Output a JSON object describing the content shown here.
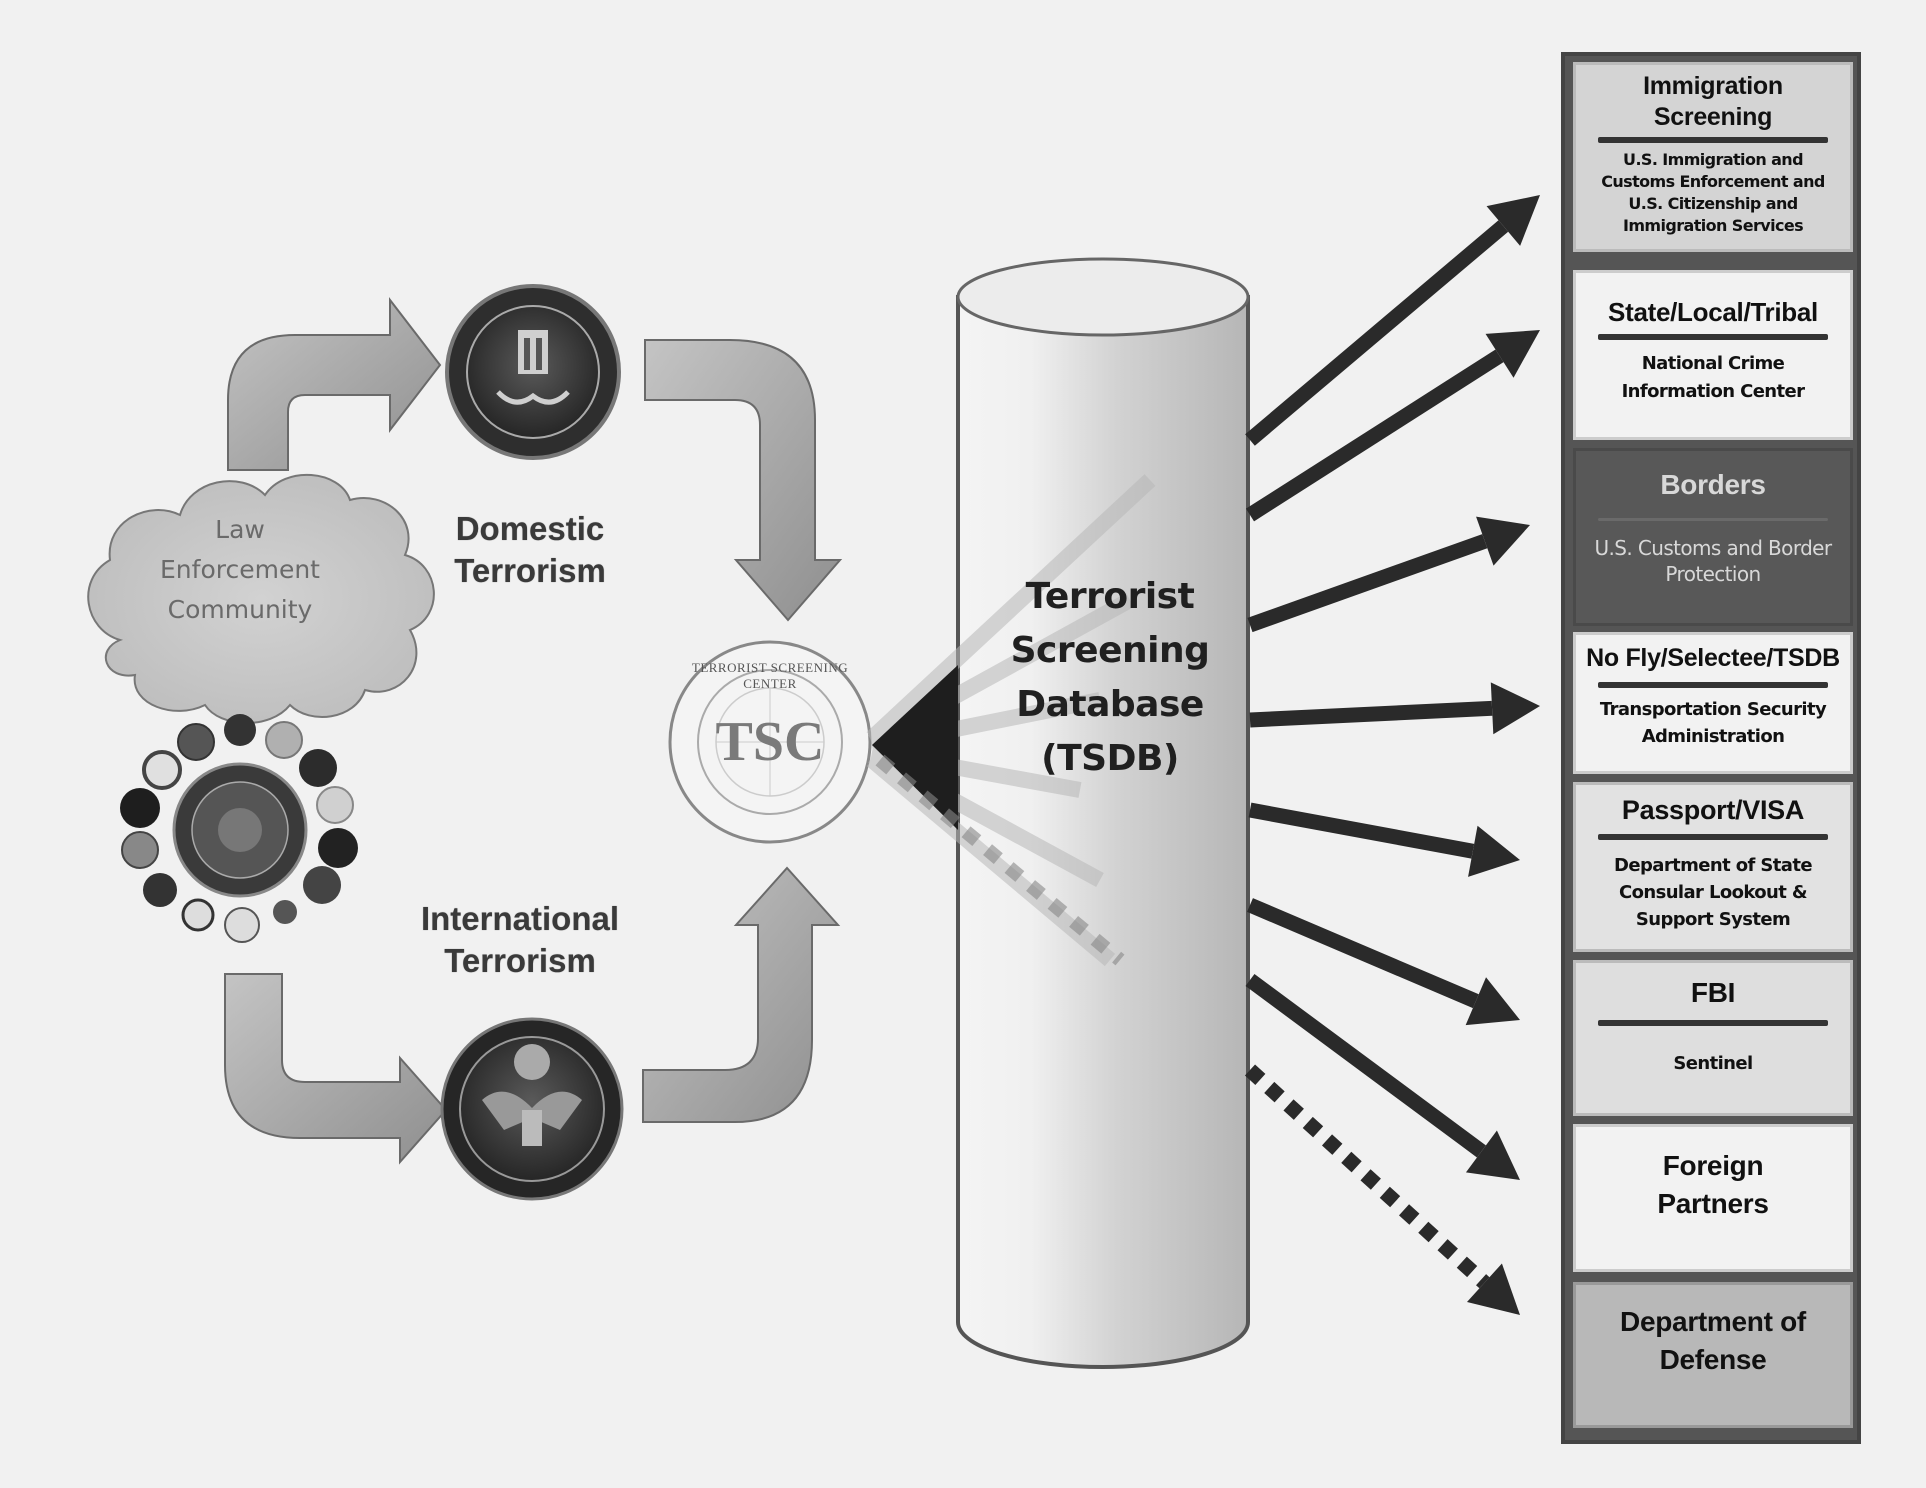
{
  "diagram": {
    "title": "Terrorist Screening Database data flow",
    "colors": {
      "background": "#f1f1f1",
      "arrow_fill": "#a6a6a6",
      "arrow_dark": "#2a2a2a",
      "panel_border": "#444444"
    },
    "sources": {
      "cloud": {
        "label": "Law Enforcement Community",
        "lines": [
          "Law",
          "Enforcement",
          "Community"
        ]
      },
      "domestic": {
        "label_lines": [
          "Domestic",
          "Terrorism"
        ],
        "seal_icon": "fbi-seal-icon"
      },
      "international": {
        "label_lines": [
          "International",
          "Terrorism"
        ],
        "seal_icon": "nctc-seal-icon"
      },
      "agency_cluster_icon": "intelligence-community-seals-icon"
    },
    "center": {
      "seal_text_ring": "TERRORIST SCREENING CENTER",
      "seal_initials": "TSC",
      "database_lines": [
        "Terrorist",
        "Screening",
        "Database",
        "(TSDB)"
      ]
    },
    "destinations": [
      {
        "title_lines": [
          "Immigration",
          "Screening"
        ],
        "subtitle_lines": [
          "U.S. Immigration and",
          "Customs Enforcement and",
          "U.S. Citizenship and",
          "Immigration Services"
        ],
        "style": "light-gray",
        "arrow": "solid"
      },
      {
        "title_lines": [
          "State/Local/Tribal"
        ],
        "subtitle_lines": [
          "National Crime",
          "Information Center"
        ],
        "style": "white",
        "arrow": "solid"
      },
      {
        "title_lines": [
          "Borders"
        ],
        "subtitle_lines": [
          "U.S. Customs and Border",
          "Protection"
        ],
        "style": "dark",
        "arrow": "solid"
      },
      {
        "title_lines": [
          "No Fly/Selectee/TSDB"
        ],
        "subtitle_lines": [
          "Transportation Security",
          "Administration"
        ],
        "style": "white",
        "arrow": "solid"
      },
      {
        "title_lines": [
          "Passport/VISA"
        ],
        "subtitle_lines": [
          "Department of State",
          "Consular Lookout &",
          "Support System"
        ],
        "style": "light-gray",
        "arrow": "solid"
      },
      {
        "title_lines": [
          "FBI"
        ],
        "subtitle_lines": [
          "Sentinel"
        ],
        "style": "light-gray",
        "arrow": "solid"
      },
      {
        "title_lines": [
          "Foreign",
          "Partners"
        ],
        "subtitle_lines": [],
        "style": "white",
        "arrow": "solid"
      },
      {
        "title_lines": [
          "Department of",
          "Defense"
        ],
        "subtitle_lines": [],
        "style": "mid-gray",
        "arrow": "dotted"
      }
    ]
  }
}
